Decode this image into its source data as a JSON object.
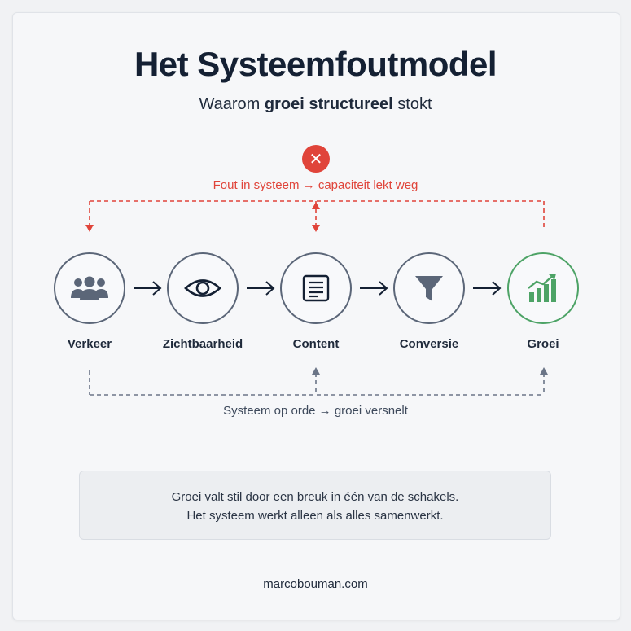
{
  "header": {
    "title": "Het Systeemfoutmodel",
    "subtitle_prefix": "Waarom ",
    "subtitle_bold": "groei structureel",
    "subtitle_suffix": " stokt"
  },
  "feedback": {
    "error_icon": "x-icon",
    "error_label": "Fout in systeem → capaciteit lekt weg",
    "ok_label": "Systeem op orde → groei versnelt"
  },
  "nodes": [
    {
      "label": "Verkeer",
      "icon": "users-icon"
    },
    {
      "label": "Zichtbaarheid",
      "icon": "eye-icon"
    },
    {
      "label": "Content",
      "icon": "document-icon"
    },
    {
      "label": "Conversie",
      "icon": "funnel-icon"
    },
    {
      "label": "Groei",
      "icon": "growth-chart-icon"
    }
  ],
  "note": {
    "line1": "Groei valt stil door een breuk in één van de schakels.",
    "line2": "Het systeem werkt alleen als alles samenwerkt."
  },
  "footer": {
    "site": "marcobouman.com"
  },
  "colors": {
    "error": "#e0443a",
    "node_border": "#5b6678",
    "success": "#4da366",
    "text": "#142033"
  }
}
